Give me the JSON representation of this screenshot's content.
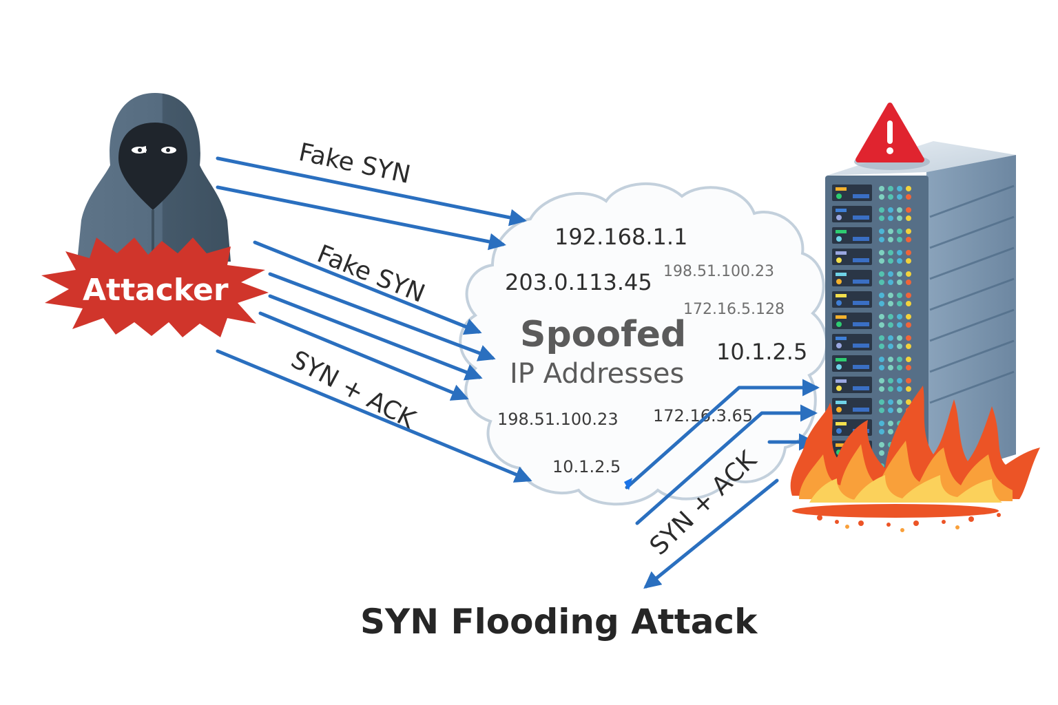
{
  "diagram": {
    "title": "SYN Flooding Attack",
    "attacker": {
      "label": "Attacker",
      "icon": "hooded-hacker-icon",
      "badge_color": "#d0352b"
    },
    "cloud": {
      "title": "Spoofed",
      "subtitle": "IP Addresses",
      "ips": [
        "192.168.1.1",
        "203.0.113.45",
        "198.51.100.23",
        "172.16.5.128",
        "10.1.2.5",
        "198.51.100.23",
        "172.16.3.65",
        "10.1.2.5"
      ]
    },
    "arrow_labels": {
      "fake_syn_top": "Fake SYN",
      "fake_syn_middle": "Fake SYN",
      "syn_ack_left": "SYN + ACK",
      "syn_ack_right": "SYN + ACK"
    },
    "server": {
      "icon": "server-rack-icon",
      "warning_icon": "warning-triangle-icon",
      "status": "on fire",
      "warning_color": "#e0242f"
    },
    "colors": {
      "arrow": "#2a6fbf",
      "flame_outer": "#ec5426",
      "flame_inner": "#f9a03a",
      "flame_core": "#fbd15b"
    }
  }
}
